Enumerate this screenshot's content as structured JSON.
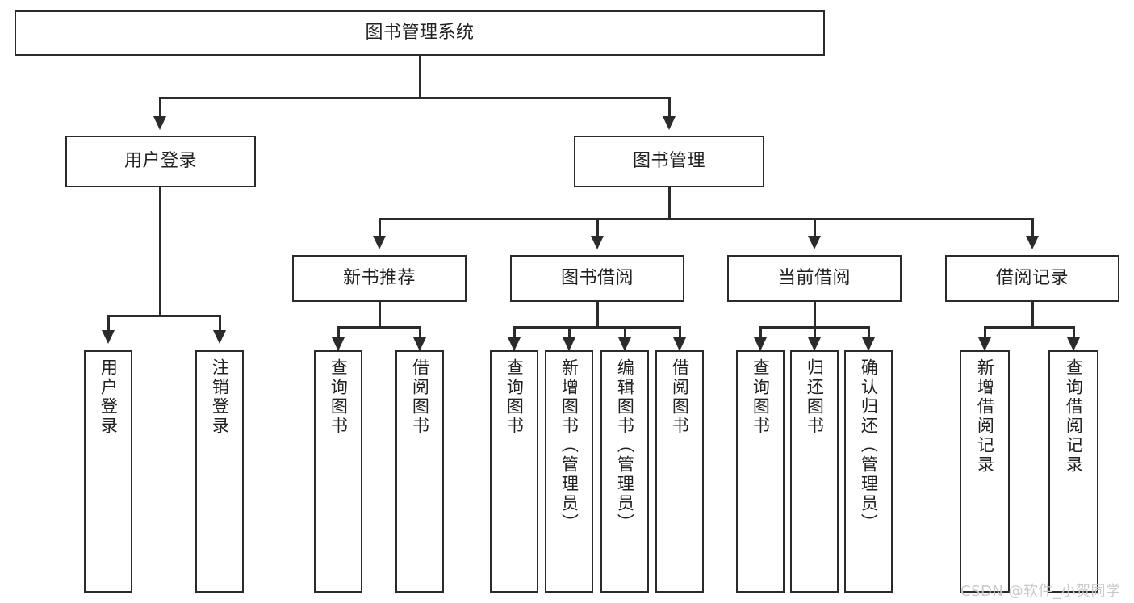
{
  "diagram": {
    "type": "tree-hierarchy",
    "title": "图书管理系统",
    "watermark": "CSDN @软件_小贺同学",
    "root": {
      "id": "root",
      "label": "图书管理系统"
    },
    "level2": [
      {
        "id": "user-login",
        "label": "用户登录"
      },
      {
        "id": "book-manage",
        "label": "图书管理"
      }
    ],
    "level3": [
      {
        "id": "new-book-recommend",
        "label": "新书推荐",
        "parent": "book-manage"
      },
      {
        "id": "book-borrow",
        "label": "图书借阅",
        "parent": "book-manage"
      },
      {
        "id": "current-borrow",
        "label": "当前借阅",
        "parent": "book-manage"
      },
      {
        "id": "borrow-record",
        "label": "借阅记录",
        "parent": "book-manage"
      }
    ],
    "leaves": {
      "user-login": [
        {
          "id": "leaf-user-login",
          "label": "用户登录"
        },
        {
          "id": "leaf-user-logout",
          "label": "注销登录"
        }
      ],
      "new-book-recommend": [
        {
          "id": "leaf-query-book-1",
          "label": "查询图书"
        },
        {
          "id": "leaf-borrow-book-1",
          "label": "借阅图书"
        }
      ],
      "book-borrow": [
        {
          "id": "leaf-query-book-2",
          "label": "查询图书"
        },
        {
          "id": "leaf-add-book",
          "label": "新增图书（管理员）"
        },
        {
          "id": "leaf-edit-book",
          "label": "编辑图书（管理员）"
        },
        {
          "id": "leaf-borrow-book-2",
          "label": "借阅图书"
        }
      ],
      "current-borrow": [
        {
          "id": "leaf-query-book-3",
          "label": "查询图书"
        },
        {
          "id": "leaf-return-book",
          "label": "归还图书"
        },
        {
          "id": "leaf-confirm-return",
          "label": "确认归还（管理员）"
        }
      ],
      "borrow-record": [
        {
          "id": "leaf-add-record",
          "label": "新增借阅记录"
        },
        {
          "id": "leaf-query-record",
          "label": "查询借阅记录"
        }
      ]
    },
    "colors": {
      "stroke": "#2b2b2b",
      "fill": "#ffffff",
      "text": "#222222",
      "watermark": "#c9c9c9"
    }
  }
}
